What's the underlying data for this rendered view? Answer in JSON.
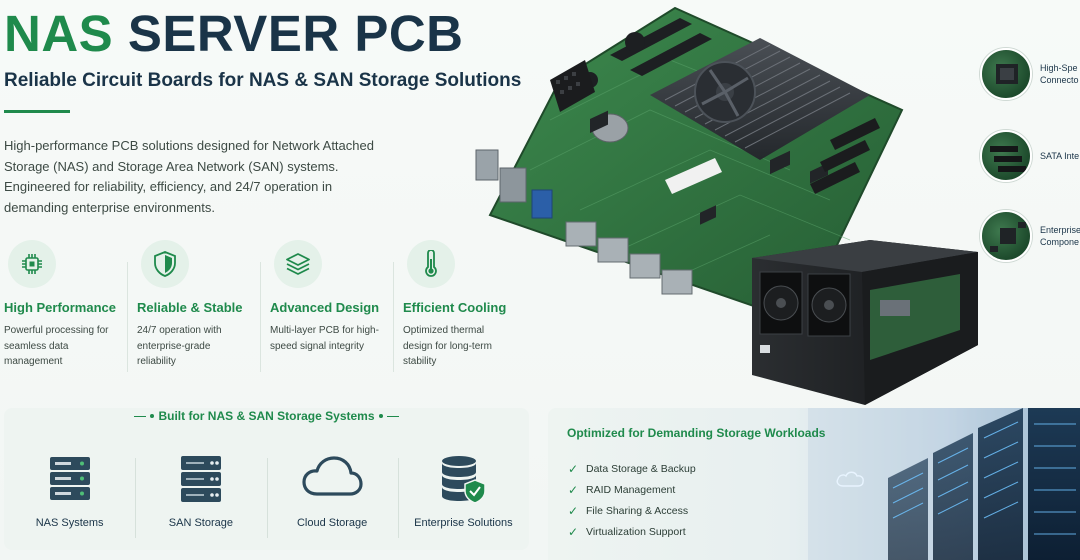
{
  "header": {
    "title_part1": "NAS",
    "title_part2": "SERVER PCB",
    "subtitle": "Reliable Circuit Boards for NAS & SAN Storage Solutions",
    "intro": "High-performance PCB solutions designed for Network Attached Storage (NAS) and Storage Area Network (SAN) systems. Engineered for reliability, efficiency, and 24/7 operation in demanding enterprise environments."
  },
  "features": [
    {
      "icon": "chip-icon",
      "title": "High Performance",
      "desc": "Powerful processing for seamless data management"
    },
    {
      "icon": "shield-icon",
      "title": "Reliable & Stable",
      "desc": "24/7 operation with enterprise-grade reliability"
    },
    {
      "icon": "layers-icon",
      "title": "Advanced Design",
      "desc": "Multi-layer PCB for high-speed signal integrity"
    },
    {
      "icon": "thermometer-icon",
      "title": "Efficient Cooling",
      "desc": "Optimized thermal design for long-term stability"
    }
  ],
  "storage": {
    "heading": "Built for NAS & SAN Storage Systems",
    "items": [
      {
        "icon": "nas-server-icon",
        "label": "NAS Systems"
      },
      {
        "icon": "san-storage-icon",
        "label": "SAN Storage"
      },
      {
        "icon": "cloud-icon",
        "label": "Cloud Storage"
      },
      {
        "icon": "database-shield-icon",
        "label": "Enterprise Solutions"
      }
    ]
  },
  "workloads": {
    "title": "Optimized for Demanding Storage Workloads",
    "items": [
      "Data Storage & Backup",
      "RAID Management",
      "File Sharing & Access",
      "Virtualization Support"
    ]
  },
  "callouts": [
    {
      "line1": "High-Spe",
      "line2": "Connecto"
    },
    {
      "line1": "SATA Inte",
      "line2": ""
    },
    {
      "line1": "Enterprise",
      "line2": "Compone"
    }
  ],
  "colors": {
    "brand_green": "#1f8a4c",
    "navy": "#1a3448",
    "pcb_green": "#2f6e3c"
  }
}
